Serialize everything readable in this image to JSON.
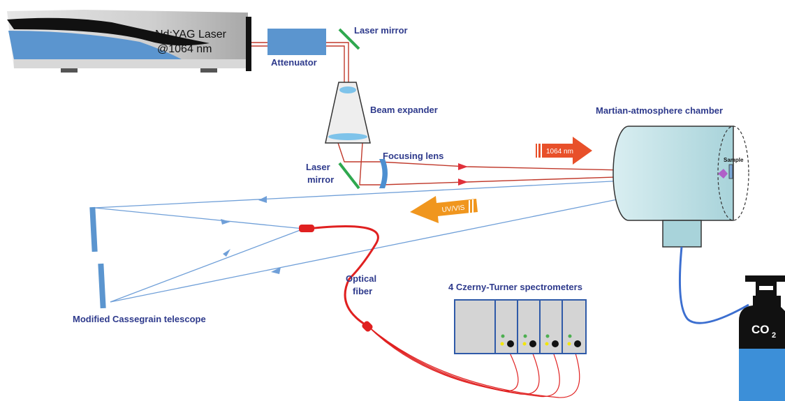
{
  "labels": {
    "laser_line1": "Nd:YAG Laser",
    "laser_line2": "@1064 nm",
    "attenuator": "Attenuator",
    "laser_mirror_top": "Laser mirror",
    "beam_expander": "Beam expander",
    "focusing_lens": "Focusing lens",
    "laser_mirror_bottom_line1": "Laser",
    "laser_mirror_bottom_line2": "mirror",
    "arrow_1064": "1064 nm",
    "arrow_uvvis": "UV/VIS",
    "chamber": "Martian-atmosphere chamber",
    "sample": "Sample",
    "telescope": "Modified Cassegrain telescope",
    "fiber_line1": "Optical",
    "fiber_line2": "fiber",
    "spectrometers": "4 Czerny-Turner spectrometers",
    "gas_main": "CO",
    "gas_sub": "2"
  },
  "colors": {
    "laser_beam": "#c0392b",
    "return_light": "#6f9fd8",
    "fiber": "#e02020",
    "label_text": "#2e3a8c",
    "mirror_green": "#2fa84f",
    "arrow_ir": "#e8502a",
    "arrow_uv": "#f0961e",
    "chamber_fill": "#b8dde3",
    "spectrometer_box": "#2f5aa8",
    "gas_cylinder": "#3c8fd8"
  }
}
